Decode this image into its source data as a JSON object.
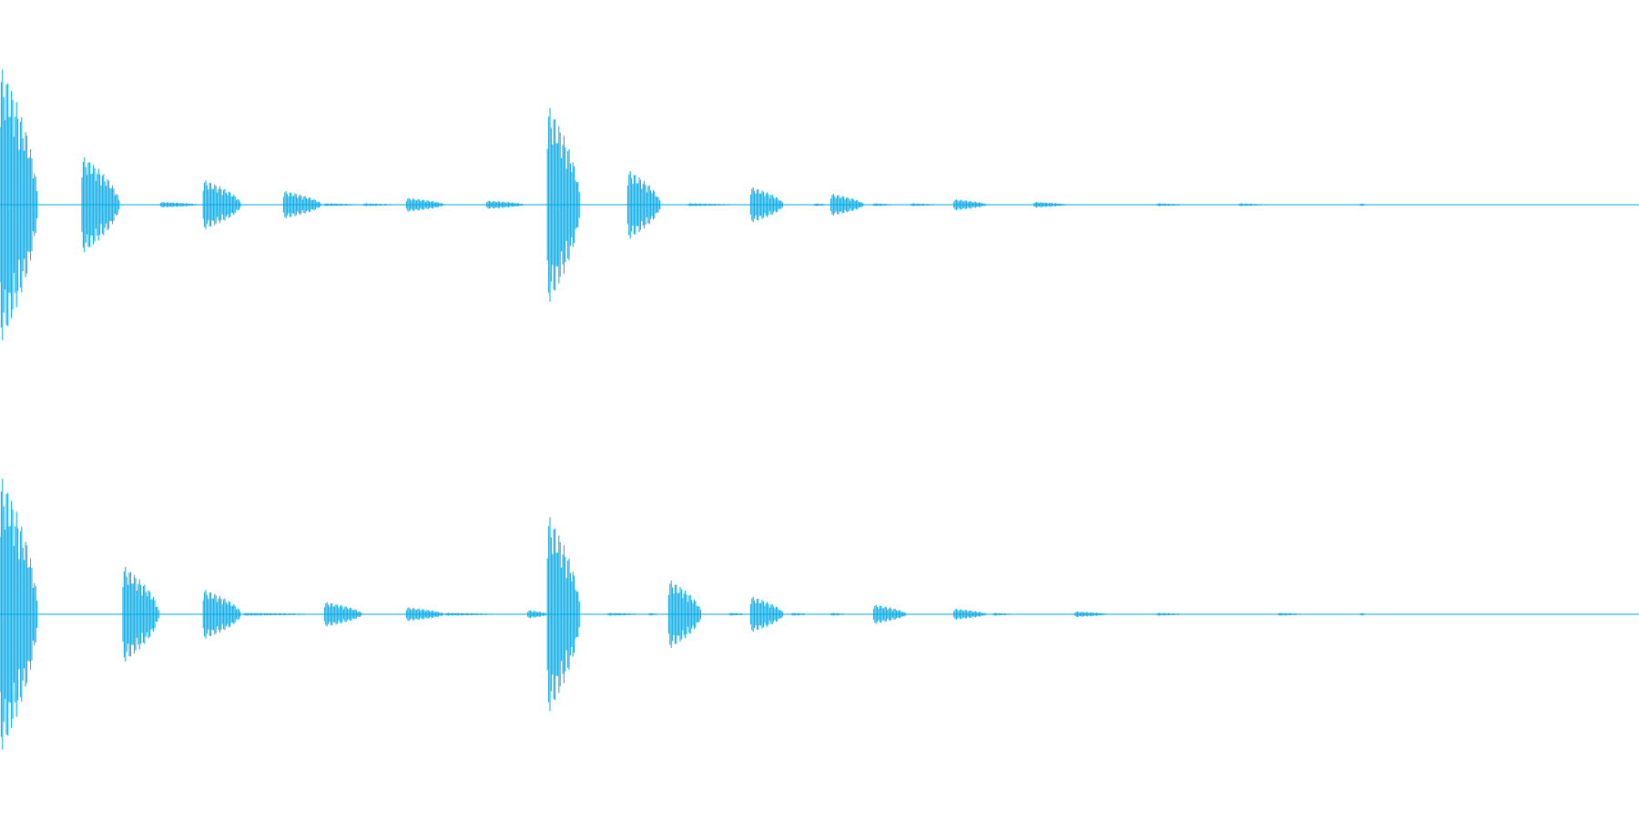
{
  "waveform": {
    "color": "#00a8e6",
    "background": "#ffffff",
    "channels": [
      {
        "name": "channel-left",
        "bursts": [
          {
            "t": 0.0,
            "amp": 1.0,
            "dur": 0.023
          },
          {
            "t": 0.05,
            "amp": 0.35,
            "dur": 0.023
          },
          {
            "t": 0.098,
            "amp": 0.02,
            "dur": 0.023
          },
          {
            "t": 0.124,
            "amp": 0.18,
            "dur": 0.023
          },
          {
            "t": 0.173,
            "amp": 0.1,
            "dur": 0.023
          },
          {
            "t": 0.198,
            "amp": 0.01,
            "dur": 0.023
          },
          {
            "t": 0.222,
            "amp": 0.01,
            "dur": 0.02
          },
          {
            "t": 0.248,
            "amp": 0.05,
            "dur": 0.023
          },
          {
            "t": 0.297,
            "amp": 0.03,
            "dur": 0.023
          },
          {
            "t": 0.334,
            "amp": 0.72,
            "dur": 0.02
          },
          {
            "t": 0.383,
            "amp": 0.25,
            "dur": 0.02
          },
          {
            "t": 0.42,
            "amp": 0.01,
            "dur": 0.03
          },
          {
            "t": 0.458,
            "amp": 0.13,
            "dur": 0.02
          },
          {
            "t": 0.497,
            "amp": 0.01,
            "dur": 0.008
          },
          {
            "t": 0.507,
            "amp": 0.08,
            "dur": 0.02
          },
          {
            "t": 0.533,
            "amp": 0.01,
            "dur": 0.013
          },
          {
            "t": 0.556,
            "amp": 0.01,
            "dur": 0.016
          },
          {
            "t": 0.582,
            "amp": 0.04,
            "dur": 0.02
          },
          {
            "t": 0.631,
            "amp": 0.02,
            "dur": 0.02
          },
          {
            "t": 0.706,
            "amp": 0.01,
            "dur": 0.018
          },
          {
            "t": 0.756,
            "amp": 0.01,
            "dur": 0.016
          },
          {
            "t": 0.83,
            "amp": 0.005,
            "dur": 0.004
          }
        ]
      },
      {
        "name": "channel-right",
        "bursts": [
          {
            "t": 0.0,
            "amp": 1.0,
            "dur": 0.023
          },
          {
            "t": 0.075,
            "amp": 0.35,
            "dur": 0.022
          },
          {
            "t": 0.124,
            "amp": 0.18,
            "dur": 0.023
          },
          {
            "t": 0.149,
            "amp": 0.01,
            "dur": 0.046
          },
          {
            "t": 0.198,
            "amp": 0.09,
            "dur": 0.023
          },
          {
            "t": 0.248,
            "amp": 0.05,
            "dur": 0.023
          },
          {
            "t": 0.272,
            "amp": 0.01,
            "dur": 0.035
          },
          {
            "t": 0.322,
            "amp": 0.03,
            "dur": 0.012
          },
          {
            "t": 0.334,
            "amp": 0.72,
            "dur": 0.02
          },
          {
            "t": 0.371,
            "amp": 0.01,
            "dur": 0.022
          },
          {
            "t": 0.396,
            "amp": 0.01,
            "dur": 0.006
          },
          {
            "t": 0.408,
            "amp": 0.25,
            "dur": 0.02
          },
          {
            "t": 0.445,
            "amp": 0.01,
            "dur": 0.012
          },
          {
            "t": 0.458,
            "amp": 0.13,
            "dur": 0.02
          },
          {
            "t": 0.483,
            "amp": 0.01,
            "dur": 0.012
          },
          {
            "t": 0.507,
            "amp": 0.01,
            "dur": 0.01
          },
          {
            "t": 0.533,
            "amp": 0.07,
            "dur": 0.02
          },
          {
            "t": 0.582,
            "amp": 0.04,
            "dur": 0.02
          },
          {
            "t": 0.606,
            "amp": 0.01,
            "dur": 0.013
          },
          {
            "t": 0.656,
            "amp": 0.02,
            "dur": 0.02
          },
          {
            "t": 0.706,
            "amp": 0.01,
            "dur": 0.018
          },
          {
            "t": 0.78,
            "amp": 0.01,
            "dur": 0.016
          },
          {
            "t": 0.83,
            "amp": 0.005,
            "dur": 0.004
          }
        ]
      }
    ]
  }
}
